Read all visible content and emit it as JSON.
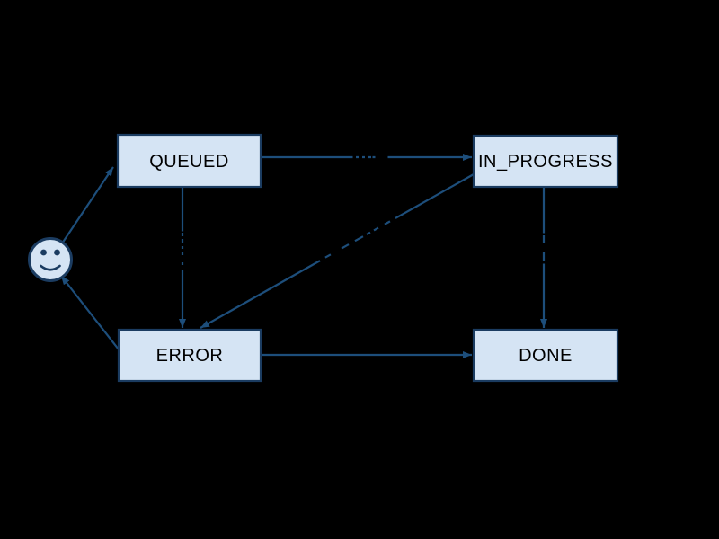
{
  "diagram": {
    "kind": "state-machine",
    "background_color": "#000000",
    "node_fill_color": "#d5e4f4",
    "node_border_color": "#1b3c61",
    "edge_color": "#1d4e7b",
    "node_text_color": "#000000",
    "nodes": [
      {
        "id": "start",
        "type": "smiley-start",
        "label": ""
      },
      {
        "id": "queued",
        "type": "state",
        "label": "QUEUED"
      },
      {
        "id": "in_progress",
        "type": "state",
        "label": "IN_PROGRESS"
      },
      {
        "id": "error",
        "type": "state",
        "label": "ERROR"
      },
      {
        "id": "done",
        "type": "state",
        "label": "DONE"
      }
    ],
    "edges": [
      {
        "from": "start",
        "to": "queued",
        "label_visible": false
      },
      {
        "from": "queued",
        "to": "in_progress",
        "label_visible": false
      },
      {
        "from": "queued",
        "to": "error",
        "label_visible": false
      },
      {
        "from": "in_progress",
        "to": "error",
        "label_visible": false
      },
      {
        "from": "in_progress",
        "to": "done",
        "label_visible": false
      },
      {
        "from": "error",
        "to": "done",
        "label_visible": false
      },
      {
        "from": "error",
        "to": "start",
        "label_visible": false
      }
    ]
  }
}
